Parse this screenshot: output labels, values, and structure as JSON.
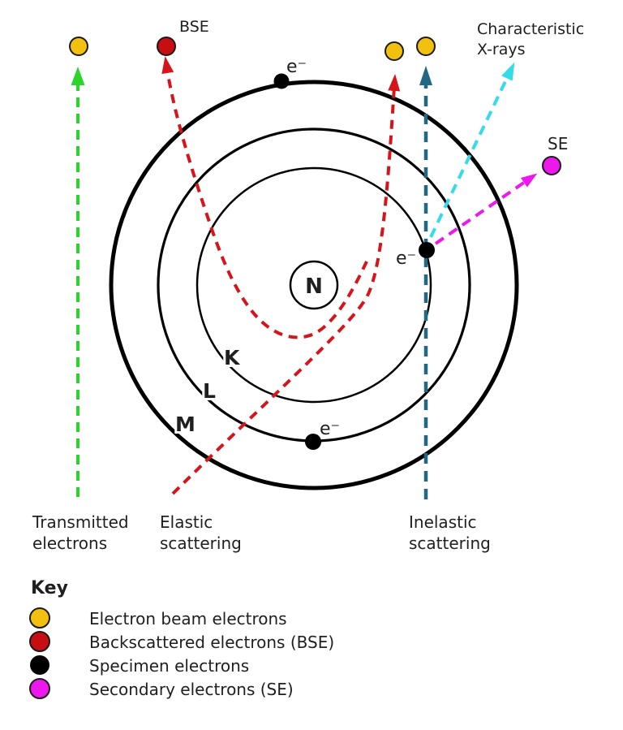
{
  "colors": {
    "yellow": "#f2c00e",
    "red": "#d6151b",
    "red_dot": "#c80e12",
    "green": "#2bd62b",
    "teal": "#206883",
    "cyan": "#35dce8",
    "magenta": "#ec18ec",
    "ink": "#1f1f1f"
  },
  "diagram": {
    "bse_label": "BSE",
    "characteristic_line1": "Characteristic",
    "characteristic_line2": "X-rays",
    "se_label": "SE",
    "electron_symbol": "e⁻",
    "nucleus_label": "N",
    "shell_k": "K",
    "shell_l": "L",
    "shell_m": "M",
    "transmitted_line1": "Transmitted",
    "transmitted_line2": "electrons",
    "elastic_line1": "Elastic",
    "elastic_line2": "scattering",
    "inelastic_line1": "Inelastic",
    "inelastic_line2": "scattering"
  },
  "key": {
    "heading": "Key",
    "items": [
      {
        "color": "yellow",
        "label": "Electron beam electrons"
      },
      {
        "color": "red",
        "label": "Backscattered electrons (BSE)"
      },
      {
        "color": "black",
        "label": "Specimen electrons"
      },
      {
        "color": "magenta",
        "label": "Secondary electrons (SE)"
      }
    ]
  }
}
